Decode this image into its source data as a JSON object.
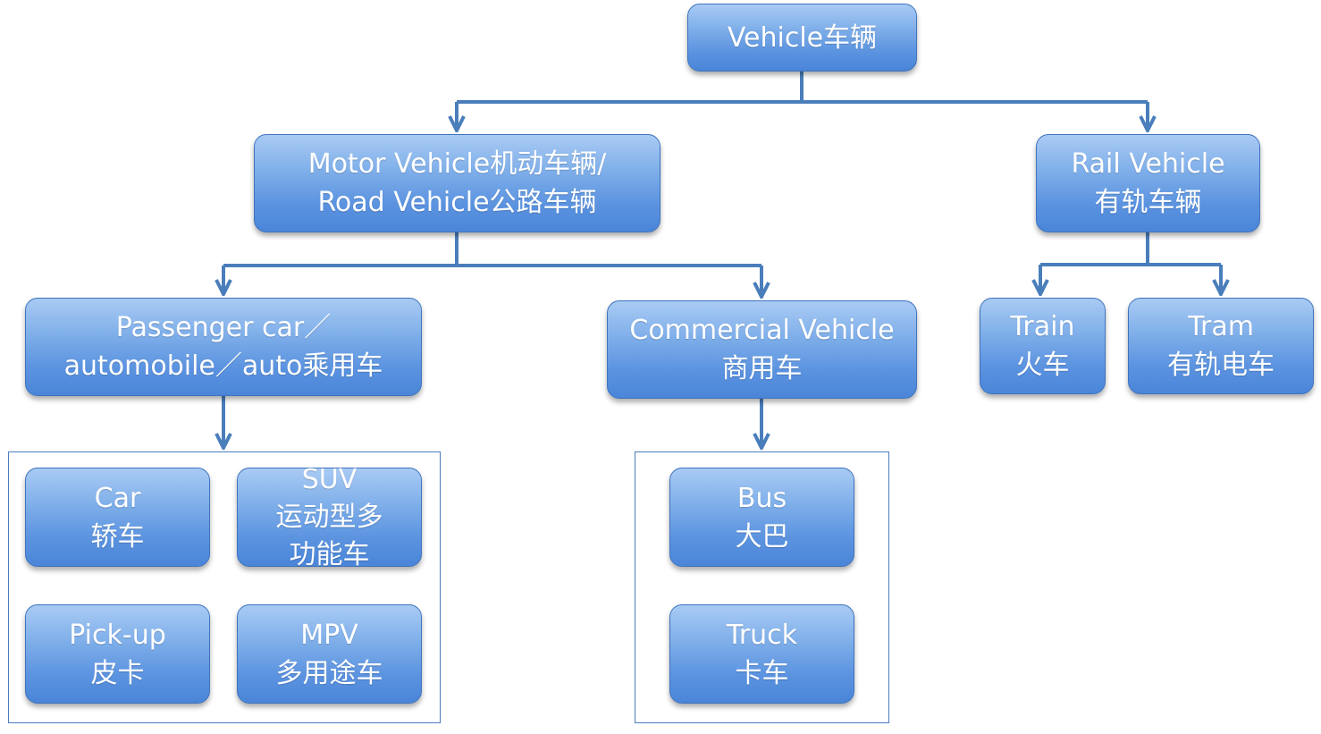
{
  "diagram": {
    "colors": {
      "node_fill_top": "#a9cbf4",
      "node_fill_bottom": "#4a85d8",
      "node_border": "#3f74bd",
      "connector": "#4a7ebb",
      "text": "#ffffff"
    },
    "root": {
      "lines": [
        "Vehicle车辆"
      ]
    },
    "motor_vehicle": {
      "lines": [
        "Motor Vehicle机动车辆/",
        "Road Vehicle公路车辆"
      ]
    },
    "rail_vehicle": {
      "lines": [
        "Rail Vehicle",
        "有轨车辆"
      ]
    },
    "passenger_car": {
      "lines": [
        "Passenger car／",
        "automobile／auto乘用车"
      ]
    },
    "commercial_vehicle": {
      "lines": [
        "Commercial Vehicle",
        "商用车"
      ]
    },
    "train": {
      "lines": [
        "Train",
        "火车"
      ]
    },
    "tram": {
      "lines": [
        "Tram",
        "有轨电车"
      ]
    },
    "car": {
      "lines": [
        "Car",
        "轿车"
      ]
    },
    "suv": {
      "lines": [
        "SUV",
        "运动型多",
        "功能车"
      ]
    },
    "pickup": {
      "lines": [
        "Pick-up",
        "皮卡"
      ]
    },
    "mpv": {
      "lines": [
        "MPV",
        "多用途车"
      ]
    },
    "bus": {
      "lines": [
        "Bus",
        "大巴"
      ]
    },
    "truck": {
      "lines": [
        "Truck",
        "卡车"
      ]
    }
  }
}
